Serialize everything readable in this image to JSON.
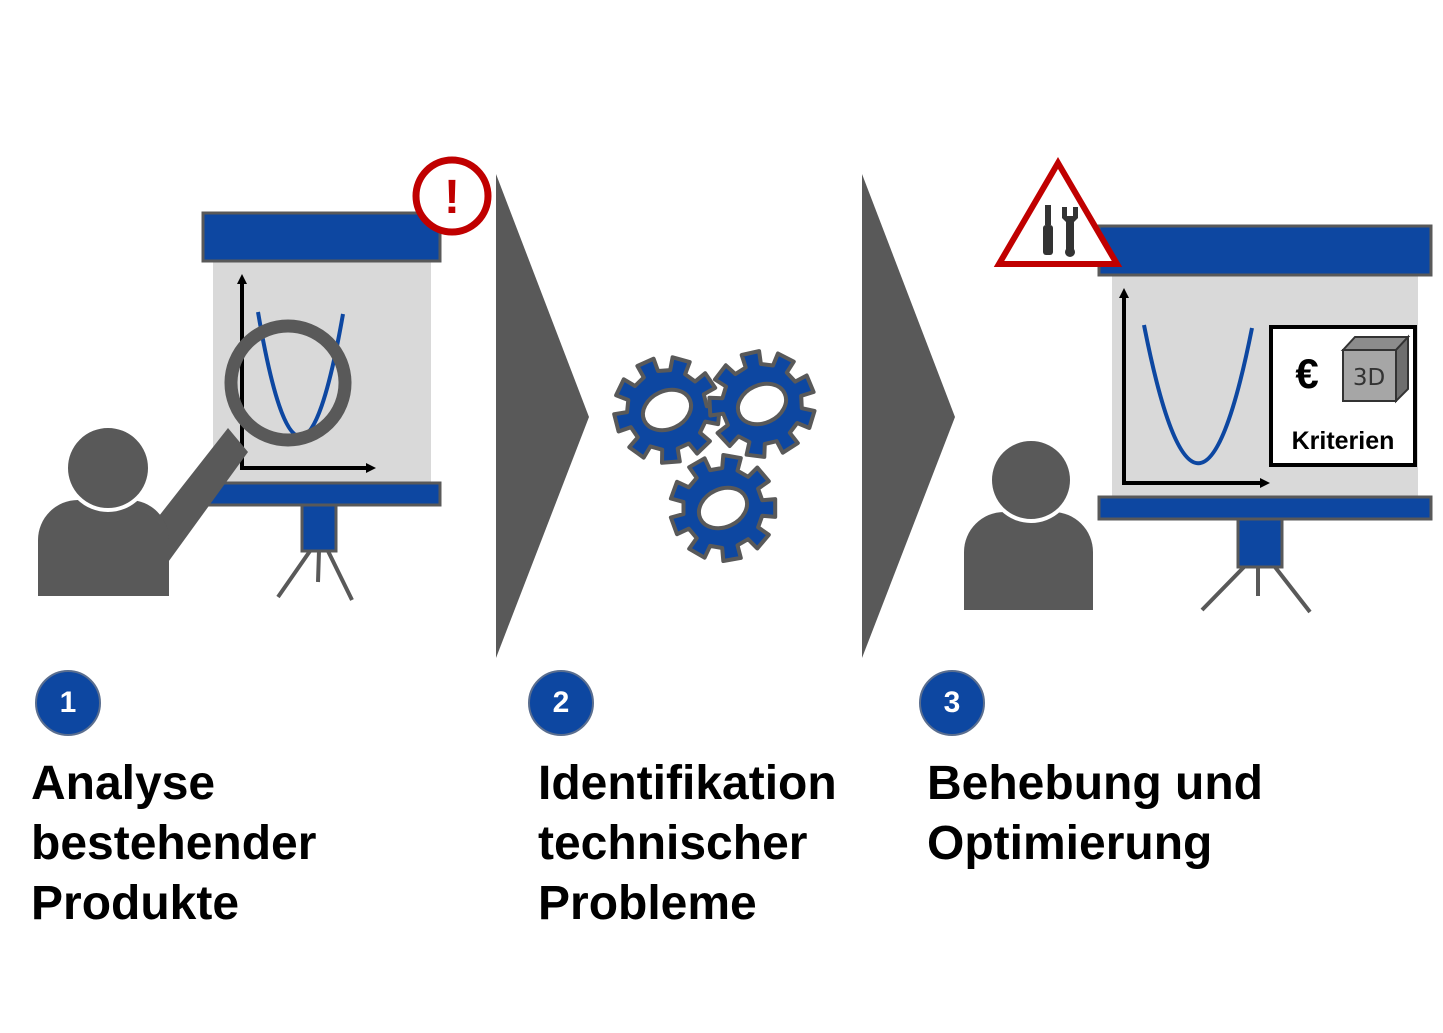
{
  "colors": {
    "blue": "#0d47a1",
    "gray": "#595959",
    "screen": "#d9d9d9",
    "warning_red": "#c00000"
  },
  "icons": [
    "person-icon",
    "magnifier-icon",
    "projector-screen-icon",
    "exclamation-icon",
    "gears-icon",
    "warning-triangle-icon",
    "tools-icon",
    "euro-icon",
    "3d-cube-icon"
  ],
  "steps": [
    {
      "number": "1",
      "lines": [
        "Analyse",
        "bestehender",
        "Produkte"
      ]
    },
    {
      "number": "2",
      "lines": [
        "Identifikation",
        "technischer",
        "Probleme"
      ]
    },
    {
      "number": "3",
      "lines": [
        "Behebung und",
        "Optimierung"
      ]
    }
  ],
  "step3": {
    "euro_symbol": "€",
    "cube_label": "3D",
    "criteria_label": "Kriterien"
  },
  "alert_symbol": "!"
}
